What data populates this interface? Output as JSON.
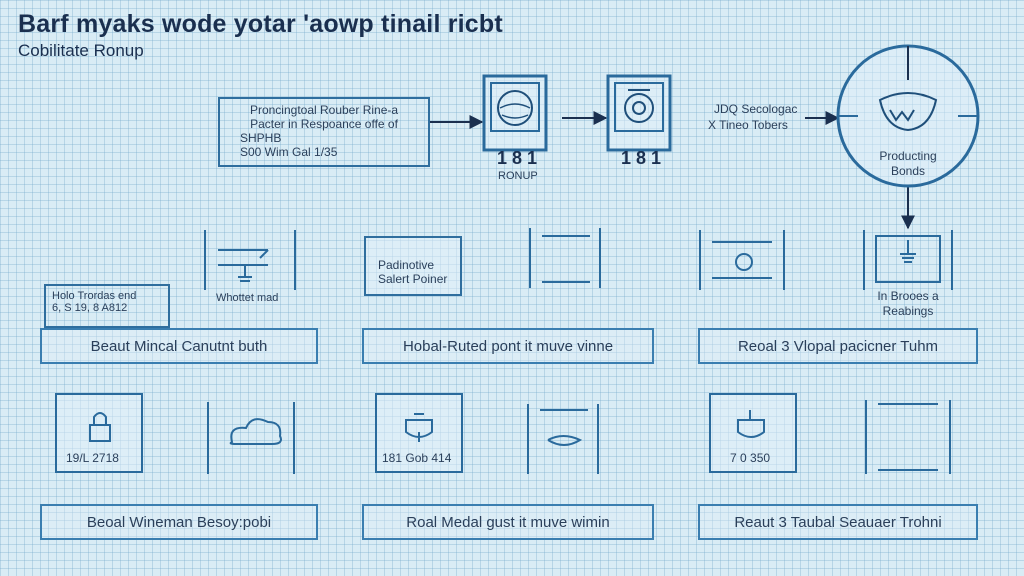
{
  "title": "Barf myaks wode yotar 'aowp tinail ricbt",
  "subtitle": "Cobilitate Ronup",
  "top_flow": {
    "process_box": [
      "Proncingtoal Rouber Rine-a",
      "Pacter in Respoance offe of",
      "SHPHB",
      "S00 Wim Gal 1/35"
    ],
    "node1_number": "1 8 1",
    "node1_label": "RONUP",
    "node2_number": "1 8 1",
    "mid_text": [
      "JDQ Secologac",
      "X Tineo Tobers"
    ],
    "big_node_label": [
      "Producting",
      "Bonds"
    ]
  },
  "row1": {
    "left_tag": [
      "Holo Trordas end",
      "6, S 19, 8 A812"
    ],
    "icon1_label": "Whottet mad",
    "box2_label": [
      "Padinotive",
      "Salert Poiner"
    ],
    "right_caption": [
      "In Brooes a",
      "Reabings"
    ]
  },
  "bars_row1": [
    "Beaut  Mincal  Canutnt  buth",
    "Hobal-Ruted  pont  it  muve  vinne",
    "Reoal  3  Vlopal  pacicner  Tuhm"
  ],
  "row2": {
    "icon1_label": "19/L 2718",
    "icon2_label": "181 Gob 414",
    "icon3_label": "7 0 350"
  },
  "bars_row2": [
    "Beoal  Wineman  Besoy:pobi",
    "Roal  Medal  gust  it  muve  wimin",
    "Reaut  3  Taubal  Seauaer  Trohni"
  ]
}
